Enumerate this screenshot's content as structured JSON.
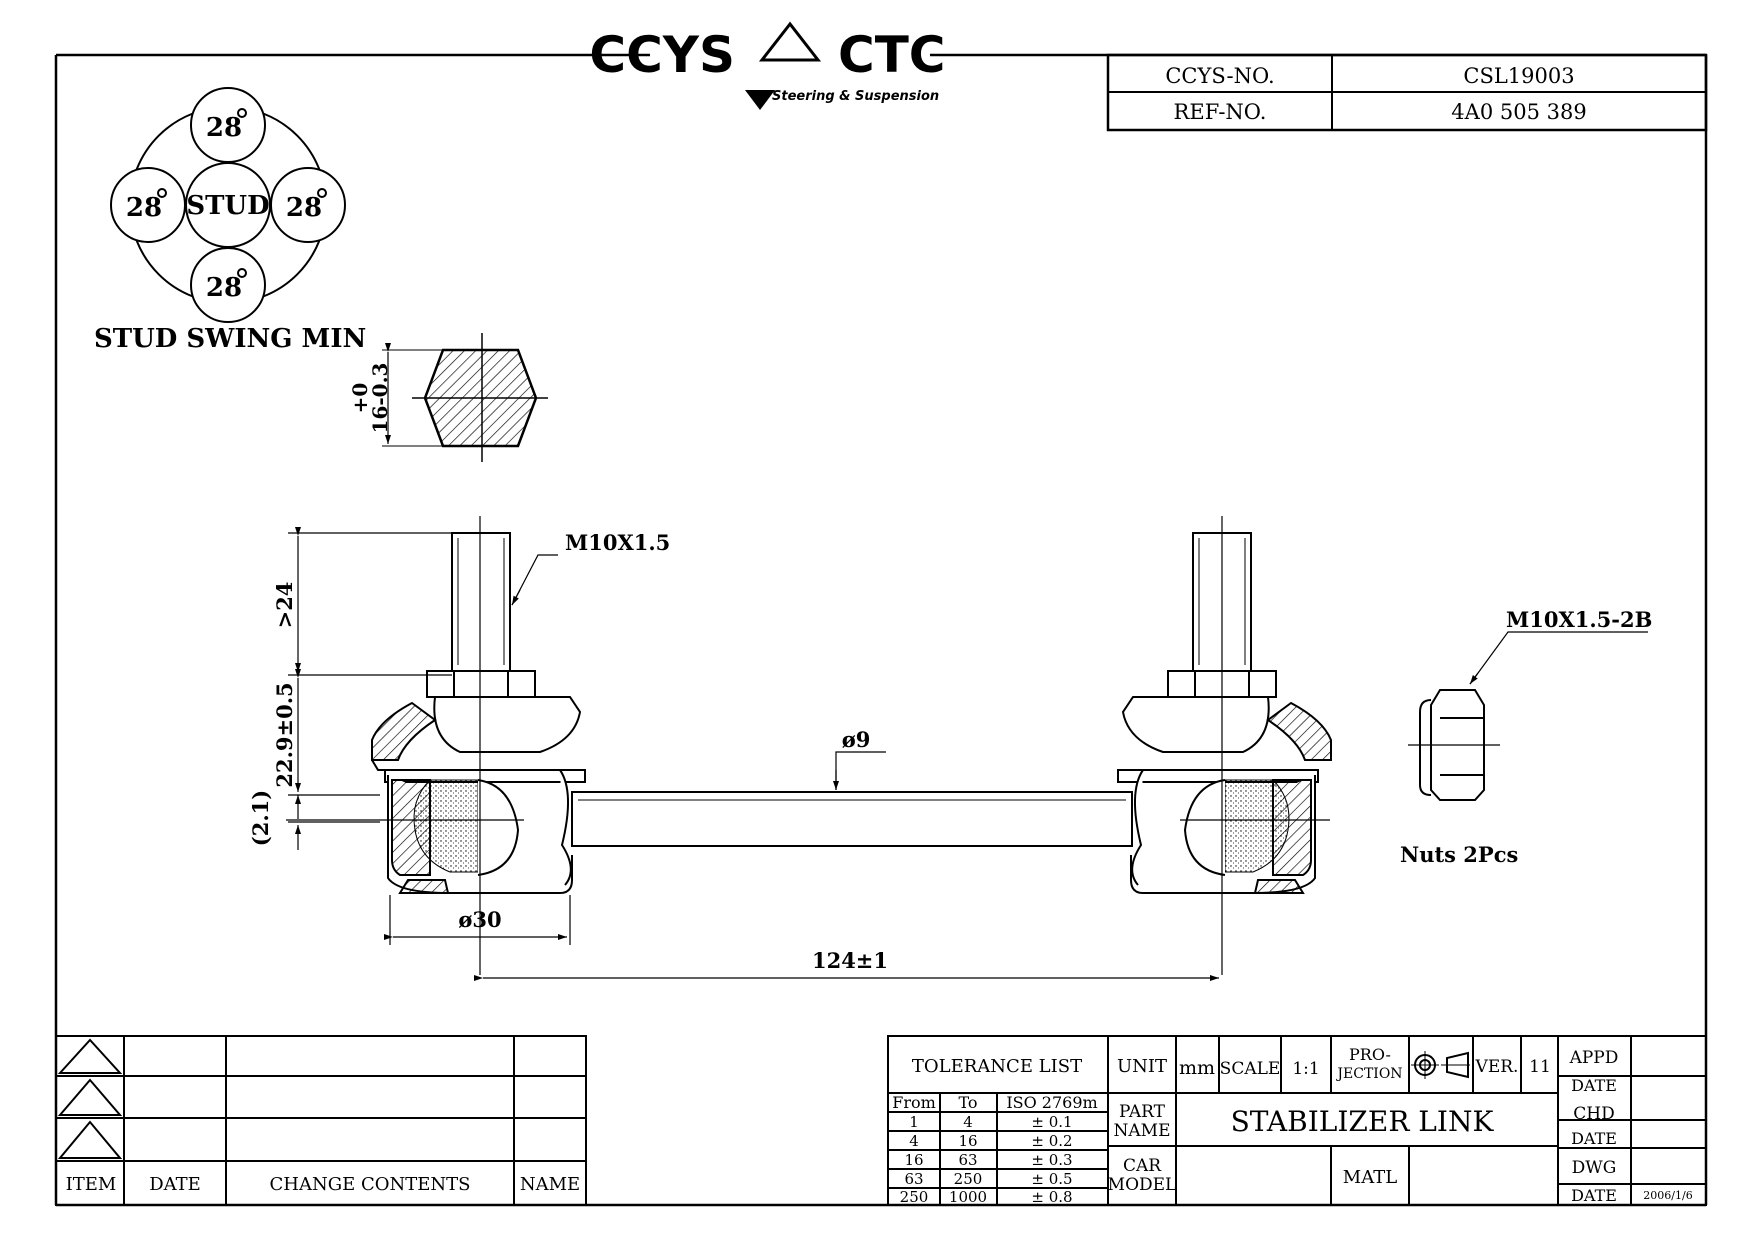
{
  "logo": {
    "left": "CCYS",
    "right": "CTC",
    "tagline": "Steering & Suspension"
  },
  "header": {
    "ccys_no_label": "CCYS-NO.",
    "ccys_no_value": "CSL19003",
    "ref_no_label": "REF-NO.",
    "ref_no_value": "4A0 505 389"
  },
  "stud_swing": {
    "angle": "28",
    "center": "STUD",
    "caption": "STUD SWING MIN"
  },
  "hex_section": {
    "tol_top": "+0",
    "tol_dim": "16-0.3"
  },
  "dimensions": {
    "thread": "M10X1.5",
    "stud_length": ">24",
    "stud_height": "22.9±0.5",
    "offset": "(2.1)",
    "rod_dia": "ø9",
    "ball_dia": "ø30",
    "center_dist": "124±1"
  },
  "nut": {
    "spec": "M10X1.5-2B",
    "qty": "Nuts 2Pcs"
  },
  "revision_table": {
    "headers": {
      "item": "ITEM",
      "date": "DATE",
      "change": "CHANGE CONTENTS",
      "name": "NAME"
    }
  },
  "title_block": {
    "tolerance_title": "TOLERANCE LIST",
    "tol_head": {
      "from": "From",
      "to": "To",
      "iso": "ISO 2769m"
    },
    "tolerance_rows": [
      {
        "from": "1",
        "to": "4",
        "tol": "± 0.1"
      },
      {
        "from": "4",
        "to": "16",
        "tol": "± 0.2"
      },
      {
        "from": "16",
        "to": "63",
        "tol": "± 0.3"
      },
      {
        "from": "63",
        "to": "250",
        "tol": "± 0.5"
      },
      {
        "from": "250",
        "to": "1000",
        "tol": "± 0.8"
      }
    ],
    "unit_label": "UNIT",
    "unit_value": "mm",
    "scale_label": "SCALE",
    "scale_value": "1:1",
    "projection_1": "PRO-",
    "projection_2": "JECTION",
    "ver_label": "VER.",
    "ver_value": "11",
    "part_name_1": "PART",
    "part_name_2": "NAME",
    "part_name_value": "STABILIZER LINK",
    "car_model_1": "CAR",
    "car_model_2": "MODEL",
    "matl_label": "MATL",
    "appd": "APPD",
    "chd": "CHD",
    "dwg": "DWG",
    "date": "DATE",
    "date_value": "2006/1/6"
  }
}
